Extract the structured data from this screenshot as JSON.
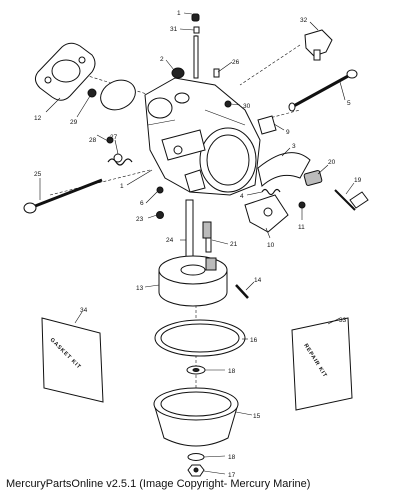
{
  "caption": "MercuryPartsOnline v2.5.1 (Image Copyright- Mercury Marine)",
  "gasket_kit_label": "GASKET KIT",
  "repair_kit_label": "REPAIR KIT",
  "callouts": {
    "c1a": "1",
    "c1b": "1",
    "c2": "2",
    "c3": "3",
    "c4": "4",
    "c5": "5",
    "c6": "6",
    "c9": "9",
    "c10": "10",
    "c11": "11",
    "c12": "12",
    "c13": "13",
    "c14": "14",
    "c15": "15",
    "c16": "16",
    "c17": "17",
    "c18a": "18",
    "c18b": "18",
    "c19": "19",
    "c20": "20",
    "c21": "21",
    "c23": "23",
    "c24": "24",
    "c25": "25",
    "c26": "26",
    "c27": "27",
    "c28": "28",
    "c29": "29",
    "c30": "30",
    "c31": "31",
    "c32": "32",
    "c33": "33",
    "c34": "34"
  }
}
